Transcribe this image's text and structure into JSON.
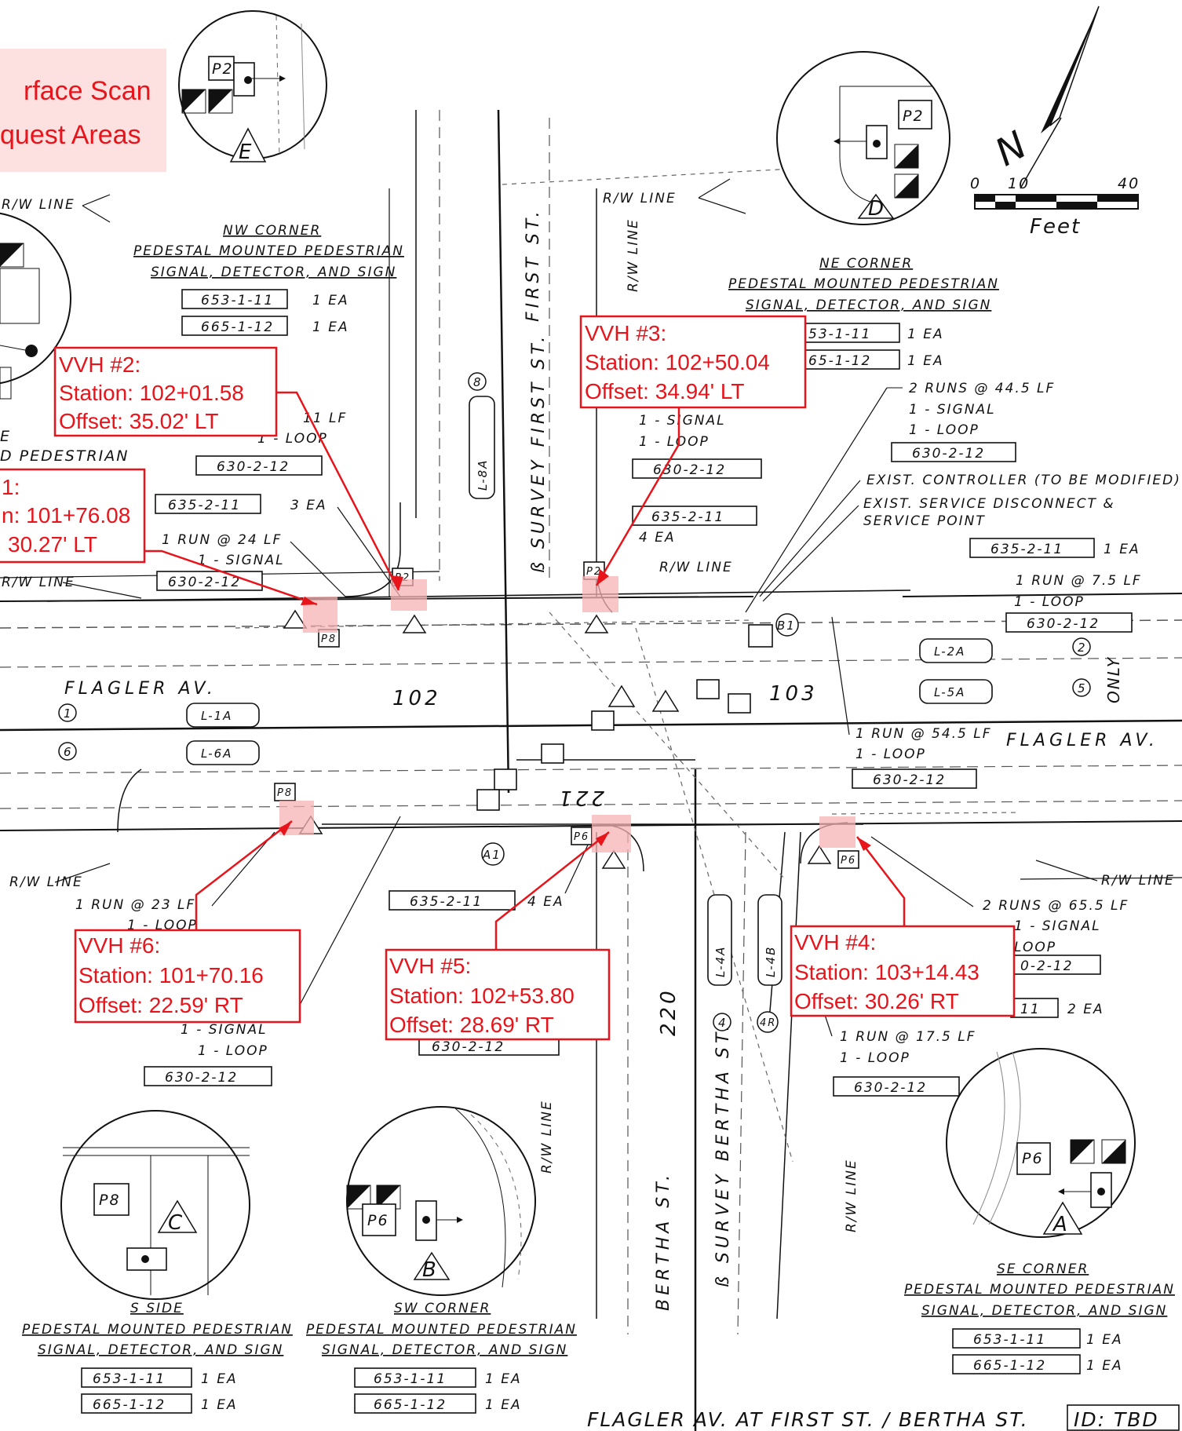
{
  "legend": {
    "line1": "rface Scan",
    "line2": "quest Areas",
    "fill_color": "#fde0e0",
    "text_color": "#e8141b"
  },
  "scale": {
    "unit": "Feet",
    "tick_0": "0",
    "tick_10": "10",
    "tick_40": "40"
  },
  "north_arrow": {
    "label": "N"
  },
  "streets": {
    "flagler_w": "FLAGLER AV.",
    "flagler_e": "FLAGLER AV.",
    "first": "FIRST ST.",
    "first_survey": "ß SURVEY FIRST ST.",
    "bertha": "BERTHA ST.",
    "bertha_survey": "ß SURVEY BERTHA ST."
  },
  "stations": {
    "s102": "102",
    "s103": "103",
    "s220": "220",
    "s221": "221"
  },
  "rw_line": "R/W LINE",
  "corners": {
    "nw": {
      "title": "NW CORNER",
      "line2": "PEDESTAL MOUNTED PEDESTRIAN",
      "line3": "SIGNAL, DETECTOR, AND SIGN",
      "items": [
        {
          "code": "653-1-11",
          "qty": "1 EA"
        },
        {
          "code": "665-1-12",
          "qty": "1 EA"
        }
      ]
    },
    "ne": {
      "title": "NE CORNER",
      "line2": "PEDESTAL MOUNTED PEDESTRIAN",
      "line3": "SIGNAL, DETECTOR, AND SIGN",
      "items": [
        {
          "code": "53-1-11",
          "qty": "1 EA"
        },
        {
          "code": "65-1-12",
          "qty": "1 EA"
        }
      ]
    },
    "s": {
      "title": "S SIDE",
      "line2": "PEDESTAL MOUNTED PEDESTRIAN",
      "line3": "SIGNAL, DETECTOR, AND SIGN",
      "items": [
        {
          "code": "653-1-11",
          "qty": "1 EA"
        },
        {
          "code": "665-1-12",
          "qty": "1 EA"
        }
      ]
    },
    "sw": {
      "title": "SW CORNER",
      "line2": "PEDESTAL MOUNTED PEDESTRIAN",
      "line3": "SIGNAL, DETECTOR, AND SIGN",
      "items": [
        {
          "code": "653-1-11",
          "qty": "1 EA"
        },
        {
          "code": "665-1-12",
          "qty": "1 EA"
        }
      ]
    },
    "se": {
      "title": "SE CORNER",
      "line2": "PEDESTAL MOUNTED PEDESTRIAN",
      "line3": "SIGNAL, DETECTOR, AND SIGN",
      "items": [
        {
          "code": "653-1-11",
          "qty": "1 EA"
        },
        {
          "code": "665-1-12",
          "qty": "1 EA"
        }
      ]
    },
    "w_partial": {
      "line1": "E",
      "line2": "D PEDESTRIAN"
    }
  },
  "callouts": {
    "runs_44": "2 RUNS @ 44.5 LF",
    "signal": "1 - SIGNAL",
    "loop": "1 - LOOP",
    "loop_w": "1 - LOOP",
    "lf_11": "11 LF",
    "c630_ne": "630-2-12",
    "c630_first": "630-2-12",
    "c630_w": "630-2-12",
    "c635_w": "635-2-11",
    "c635_w_qty": "3 EA",
    "c635_first": "635-2-11",
    "c635_first_qty": "4 EA",
    "run_24": "1 RUN @ 24 LF",
    "signal_24": "1 - SIGNAL",
    "c630_24": "630-2-12",
    "exist_controller": "EXIST. CONTROLLER (TO BE MODIFIED)",
    "exist_service1": "EXIST. SERVICE DISCONNECT &",
    "exist_service2": "SERVICE POINT",
    "c635_e": "635-2-11",
    "c635_e_qty": "1 EA",
    "run_75": "1 RUN @ 7.5 LF",
    "loop_75": "1 - LOOP",
    "c630_75": "630-2-12",
    "run_545": "1 RUN @ 54.5 LF",
    "loop_545": "1 - LOOP",
    "c630_545": "630-2-12",
    "runs_655": "2 RUNS @ 65.5 LF",
    "signal_655": "1 - SIGNAL",
    "loop_655": "LOOP",
    "c630_655": "0-2-12",
    "c11": "11",
    "c11_qty": "2 EA",
    "run_175": "1 RUN @ 17.5 LF",
    "loop_175": "1 - LOOP",
    "c630_175": "630-2-12",
    "run_23": "1 RUN @ 23 LF",
    "loop_23": "1 - LOOP",
    "signal_23": "1 - SIGNAL",
    "loop_23b": "1 - LOOP",
    "c630_23": "630-2-12",
    "c635_s": "635-2-11",
    "c635_s_qty": "4 EA",
    "c630_s": "630-2-12"
  },
  "loops": {
    "l8a": "L-8A",
    "l2a": "L-2A",
    "l5a": "L-5A",
    "l1a": "L-1A",
    "l6a": "L-6A",
    "l4a": "L-4A",
    "l4b": "L-4B"
  },
  "markers": {
    "p2": "P2",
    "p6": "P6",
    "p8": "P8",
    "a": "A",
    "b": "B",
    "c": "C",
    "d": "D",
    "e": "E",
    "b1": "B1",
    "a1": "A1",
    "only": "ONLY"
  },
  "phases": {
    "ph1": "1",
    "ph6": "6",
    "ph2": "2",
    "ph5": "5",
    "ph4": "4",
    "ph4r": "4R",
    "ph8": "8"
  },
  "vvh": [
    {
      "label": "VVH #2:",
      "station": "Station: 102+01.58",
      "offset": "Offset: 35.02' LT"
    },
    {
      "label": "VVH #3:",
      "station": "Station: 102+50.04",
      "offset": "Offset: 34.94' LT"
    },
    {
      "label": "1:",
      "station": "n: 101+76.08",
      "offset": "30.27' LT"
    },
    {
      "label": "VVH #6:",
      "station": "Station: 101+70.16",
      "offset": "Offset: 22.59' RT"
    },
    {
      "label": "VVH #5:",
      "station": "Station: 102+53.80",
      "offset": "Offset: 28.69' RT"
    },
    {
      "label": "VVH #4:",
      "station": "Station: 103+14.43",
      "offset": "Offset: 30.26' RT"
    }
  ],
  "title_block": {
    "title": "FLAGLER AV. AT FIRST ST. / BERTHA ST.",
    "id": "ID: TBD"
  }
}
